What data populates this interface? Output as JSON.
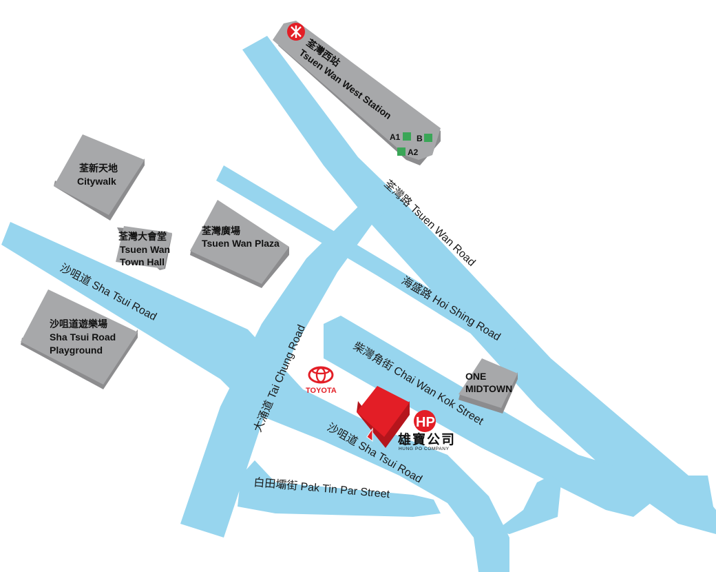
{
  "colors": {
    "road": "#97d5ee",
    "building": "#a7a8aa",
    "highlight": "#e31e26",
    "exit_badge": "#3aa657",
    "brand_red": "#e31e26"
  },
  "station": {
    "name_zh": "荃灣西站",
    "name_en": "Tsuen Wan West Station",
    "icon": "mtr-logo-icon",
    "exits": [
      "A1",
      "B",
      "A2"
    ]
  },
  "roads": {
    "tsuen_wan_road": "荃灣路 Tsuen Wan Road",
    "hoi_shing_road": "海盛路 Hoi Shing Road",
    "sha_tsui_road_upper": "沙咀道  Sha Tsui Road",
    "tai_chung_road": "大涌道  Tai Chung Road",
    "chai_wan_kok_street": "柴灣角街 Chai Wan Kok Street",
    "sha_tsui_road_lower": "沙咀道  Sha Tsui Road",
    "pak_tin_par_street": "白田壩街  Pak Tin Par Street"
  },
  "buildings": {
    "citywalk": [
      "荃新天地",
      "Citywalk"
    ],
    "town_hall": [
      "荃灣大會堂",
      "Tsuen Wan",
      "Town Hall"
    ],
    "plaza": [
      "荃灣廣場",
      "Tsuen Wan Plaza"
    ],
    "playground": [
      "沙咀道遊樂場",
      "Sha Tsui Road",
      "Playground"
    ],
    "one_midtown": [
      "ONE",
      "MIDTOWN"
    ]
  },
  "landmarks": {
    "toyota": "TOYOTA",
    "toyota_icon": "toyota-logo-icon"
  },
  "company": {
    "name_zh": "雄寶公司",
    "name_en": "HUNG PO COMPANY",
    "logo_letters": "HP",
    "logo_icon": "hung-po-logo-icon",
    "marker_icon": "location-pointer-icon"
  }
}
